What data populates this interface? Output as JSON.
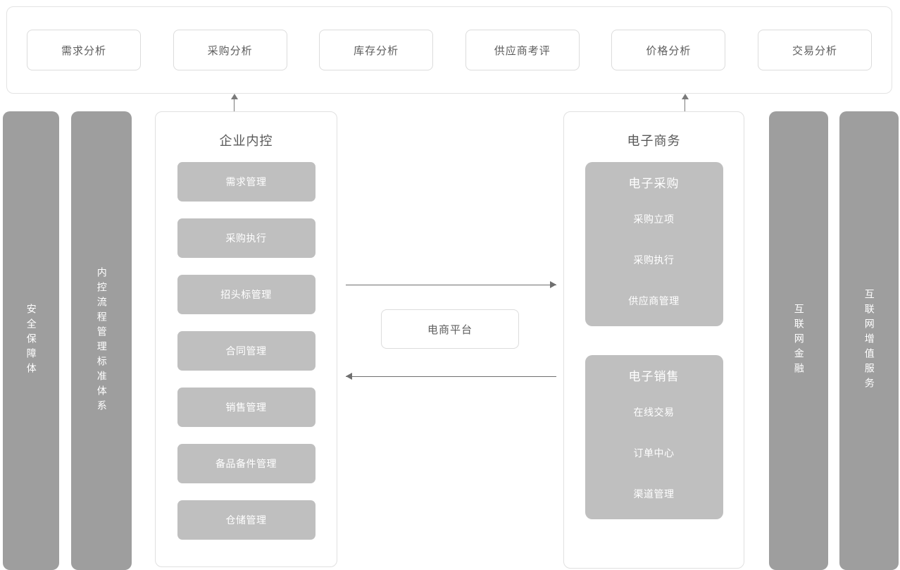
{
  "analytics_bar": {
    "items": [
      {
        "label": "需求分析"
      },
      {
        "label": "采购分析"
      },
      {
        "label": "库存分析"
      },
      {
        "label": "供应商考评"
      },
      {
        "label": "价格分析"
      },
      {
        "label": "交易分析"
      }
    ]
  },
  "pillars": {
    "left": [
      {
        "label": "安全保障体"
      },
      {
        "label": "内控流程管理标准体系"
      }
    ],
    "right": [
      {
        "label": "互联网金融"
      },
      {
        "label": "互联网增值服务"
      }
    ]
  },
  "internal_control": {
    "title": "企业内控",
    "modules": [
      {
        "label": "需求管理"
      },
      {
        "label": "采购执行"
      },
      {
        "label": "招头标管理"
      },
      {
        "label": "合同管理"
      },
      {
        "label": "销售管理"
      },
      {
        "label": "备品备件管理"
      },
      {
        "label": "仓储管理"
      }
    ]
  },
  "ecommerce": {
    "title": "电子商务",
    "groups": [
      {
        "title": "电子采购",
        "items": [
          {
            "label": "采购立项"
          },
          {
            "label": "采购执行"
          },
          {
            "label": "供应商管理"
          }
        ]
      },
      {
        "title": "电子销售",
        "items": [
          {
            "label": "在线交易"
          },
          {
            "label": "订单中心"
          },
          {
            "label": "渠道管理"
          }
        ]
      }
    ]
  },
  "platform": {
    "label": "电商平台"
  },
  "colors": {
    "pillar_gray": "#9e9e9e",
    "module_gray": "#bfbfbf",
    "panel_border": "#e0e0e0",
    "text_dark": "#595959",
    "text_light": "#ffffff",
    "arrow": "#6f6f6f",
    "background": "#ffffff"
  }
}
